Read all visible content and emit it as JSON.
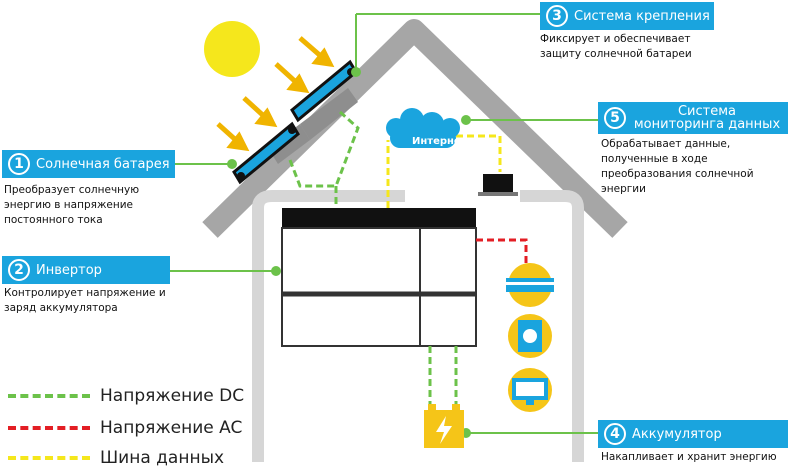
{
  "callouts": [
    {
      "num": "1",
      "title": "Солнечная батарея",
      "desc": "Преобразует солнечную энергию в напряжение постоянного тока"
    },
    {
      "num": "2",
      "title": "Инвертор",
      "desc": "Контролирует напряжение и заряд аккумулятора"
    },
    {
      "num": "3",
      "title": "Система крепления",
      "desc": "Фиксирует и обеспечивает защиту солнечной батареи"
    },
    {
      "num": "4",
      "title": "Аккумулятор",
      "desc": "Накапливает и хранит энергию"
    },
    {
      "num": "5",
      "title": "Система мониторинга данных",
      "desc": "Обрабатывает данные, полученные в ходе преобразования солнечной энергии"
    }
  ],
  "legend": [
    {
      "label": "Напряжение DC",
      "color": "#6cc24a"
    },
    {
      "label": "Напряжение AC",
      "color": "#e31e24"
    },
    {
      "label": "Шина данных",
      "color": "#f5e71c"
    }
  ],
  "internet_label": "Интернет",
  "colors": {
    "accent": "#1aa4de",
    "sun": "#f5e71c",
    "roof": "#a6a6a6",
    "green_line": "#6cc24a"
  }
}
